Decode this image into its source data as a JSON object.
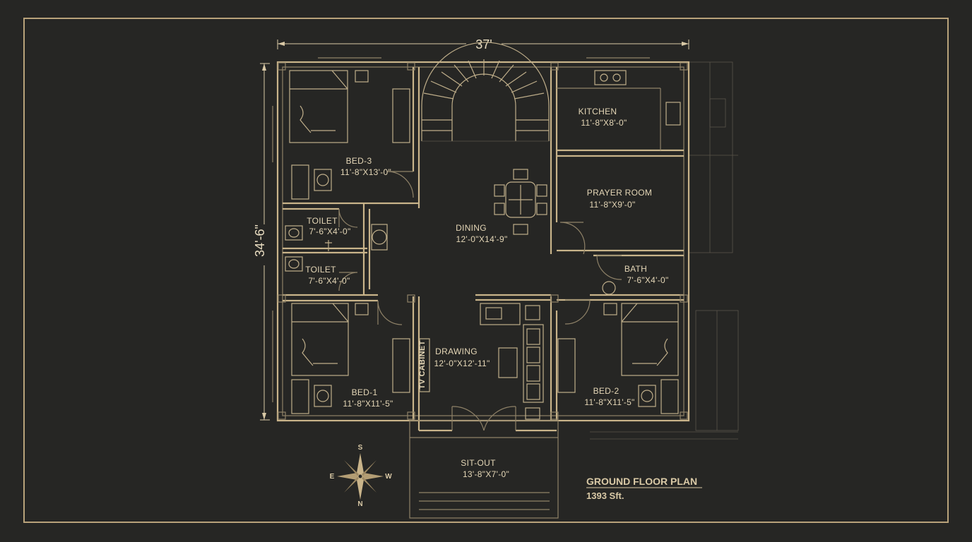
{
  "dimensions": {
    "width_label": "37'",
    "height_label": "34'-6\""
  },
  "rooms": [
    {
      "id": "bed-3",
      "name": "BED-3",
      "size": "11'-8\"X13'-0\""
    },
    {
      "id": "kitchen",
      "name": "KITCHEN",
      "size": "11'-8\"X8'-0\""
    },
    {
      "id": "prayer-room",
      "name": "PRAYER ROOM",
      "size": "11'-8\"X9'-0\""
    },
    {
      "id": "toilet-1",
      "name": "TOILET",
      "size": "7'-6\"X4'-0\""
    },
    {
      "id": "toilet-2",
      "name": "TOILET",
      "size": "7'-6\"X4'-0\""
    },
    {
      "id": "dining",
      "name": "DINING",
      "size": "12'-0\"X14'-9\""
    },
    {
      "id": "bath",
      "name": "BATH",
      "size": "7'-6\"X4'-0\""
    },
    {
      "id": "drawing",
      "name": "DRAWING",
      "size": "12'-0\"X12'-11\""
    },
    {
      "id": "bed-1",
      "name": "BED-1",
      "size": "11'-8\"X11'-5\""
    },
    {
      "id": "bed-2",
      "name": "BED-2",
      "size": "11'-8\"X11'-5\""
    },
    {
      "id": "sit-out",
      "name": "SIT-OUT",
      "size": "13'-8\"X7'-0\""
    }
  ],
  "tv_cabinet": "TV CABINET",
  "compass": {
    "n": "N",
    "s": "S",
    "e": "E",
    "w": "W"
  },
  "plan_title": "GROUND FLOOR PLAN",
  "plan_area": "1393 Sft.",
  "colors": {
    "background": "#262624",
    "frame": "#b8a27a",
    "line": "#c9b48a",
    "text": "#e4d6b6"
  }
}
